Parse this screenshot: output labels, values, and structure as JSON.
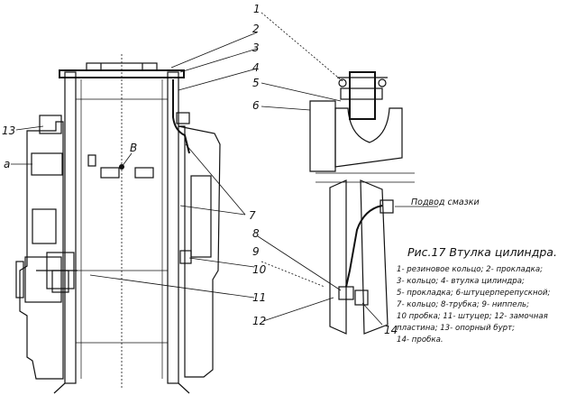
{
  "callouts": {
    "c1": "1",
    "c2": "2",
    "c3": "3",
    "c4": "4",
    "c5": "5",
    "c6": "6",
    "c7": "7",
    "c8": "8",
    "c9": "9",
    "c10": "10",
    "c11": "11",
    "c12": "12",
    "c13": "13",
    "c14": "14",
    "a": "a",
    "b": "B"
  },
  "lubrication_label": "Подвод смазки",
  "caption": {
    "title": "Рис.17 Втулка цилиндра.",
    "legend_lines": [
      "1- резиновое кольцо; 2- прокладка;",
      "3- кольцо; 4- втулка цилиндра;",
      "5- прокладка; 6-штуцерперепускной;",
      "7- кольцо; 8-трубка; 9- ниппель;",
      "10 пробка; 11- штуцер; 12- замочная",
      "пластина; 13- опорный бурт;",
      "14- пробка."
    ]
  }
}
